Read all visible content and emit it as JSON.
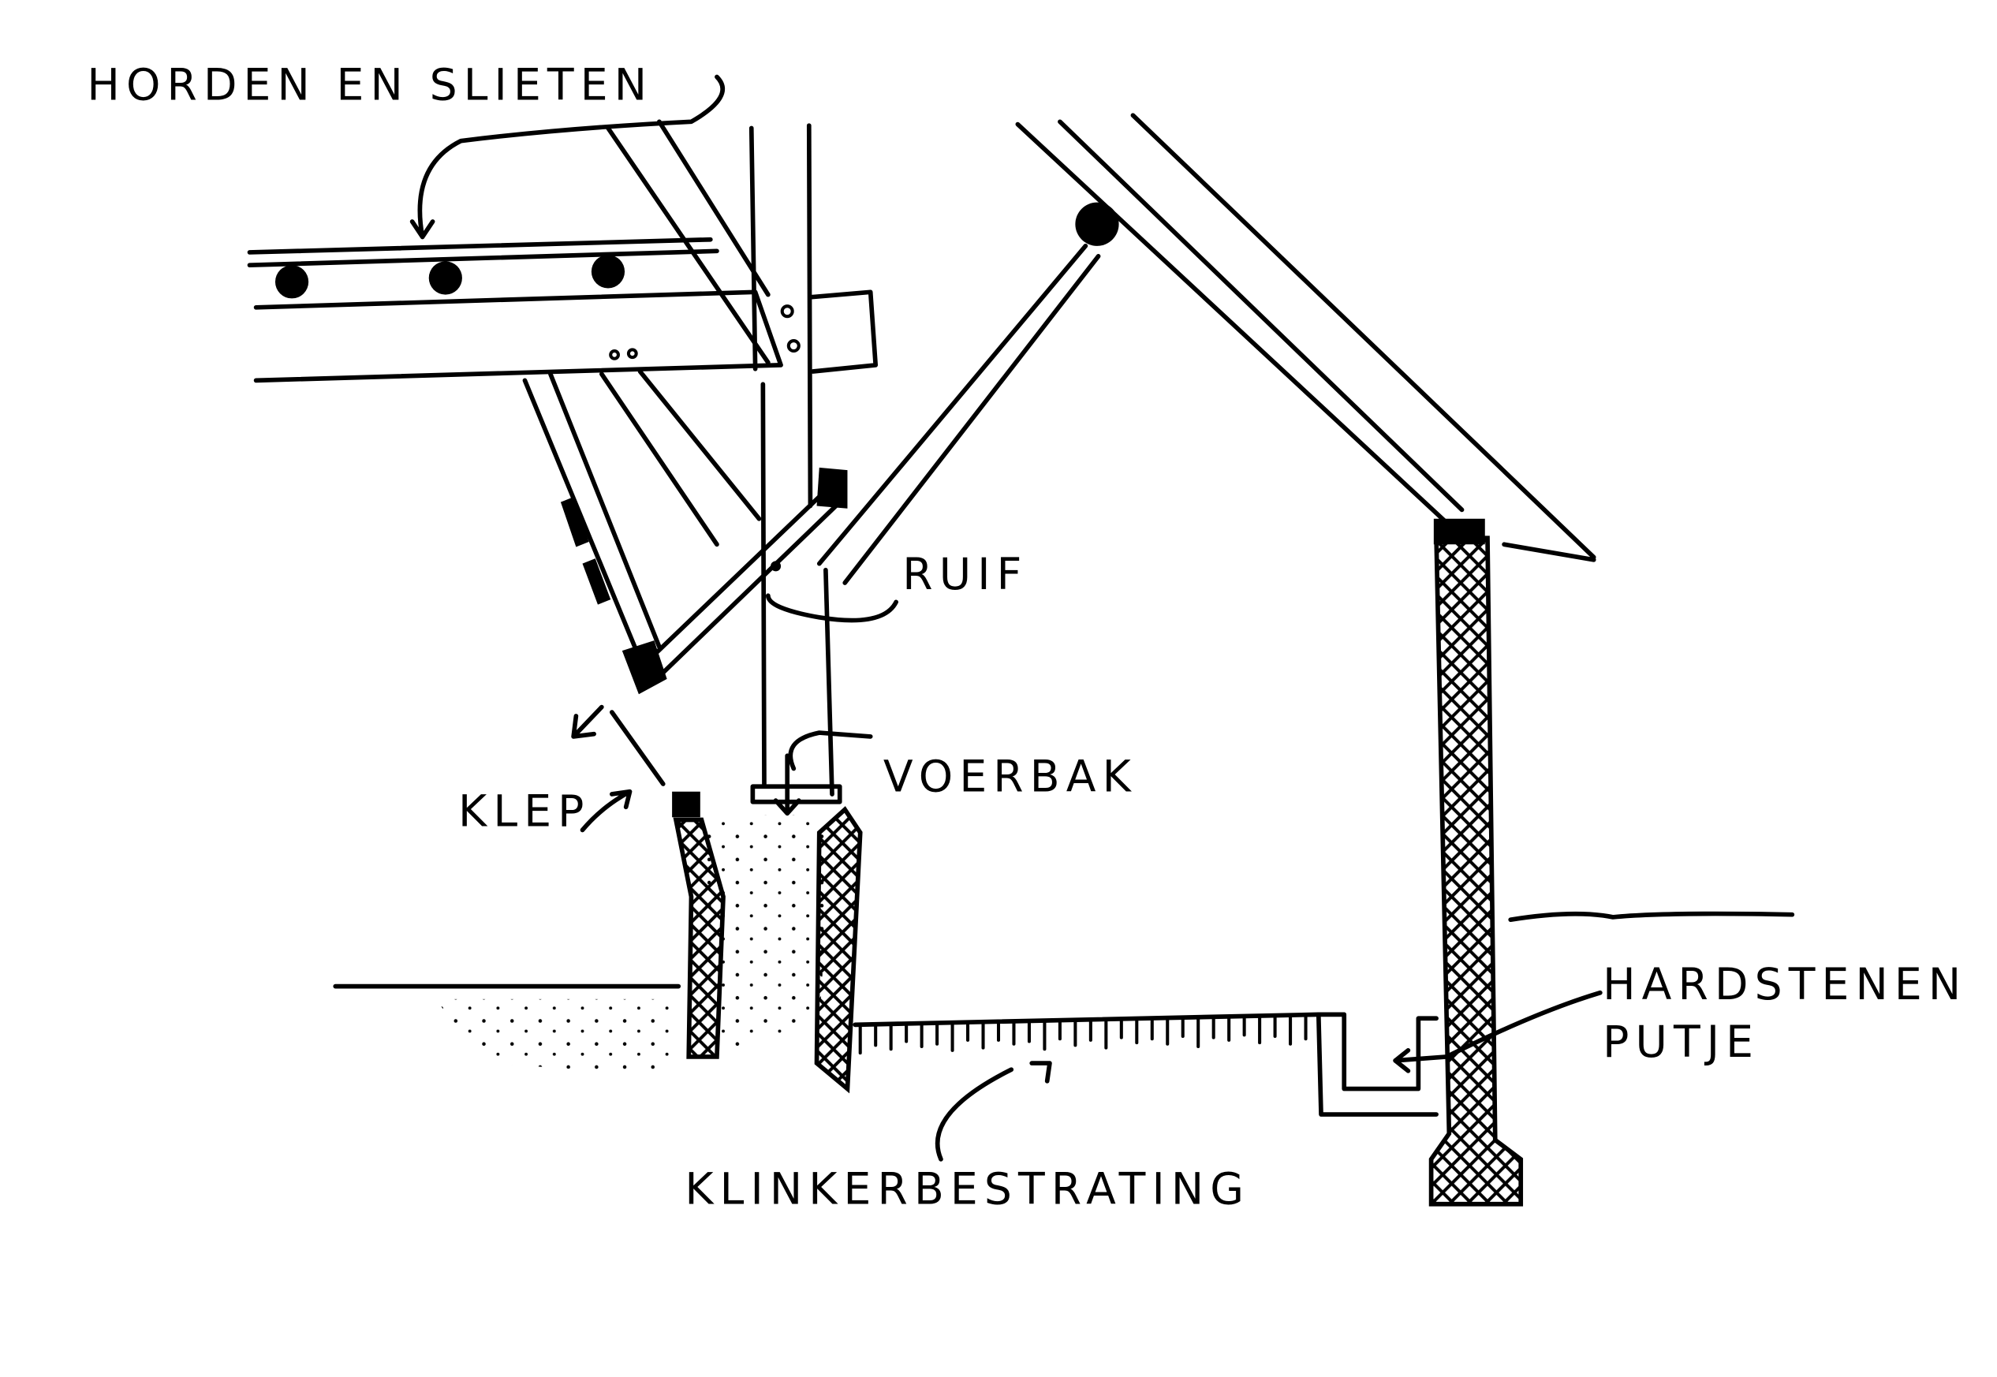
{
  "labels": {
    "horden": "HORDEN EN SLIETEN",
    "ruif": "RUIF",
    "voerbak": "VOERBAK",
    "klep": "KLEP",
    "hardstenen_line1": "HARDSTENEN",
    "hardstenen_line2": "PUTJE",
    "klinker": "KLINKERBESTRATING"
  },
  "colors": {
    "ink": "#000000",
    "paper": "#ffffff"
  }
}
